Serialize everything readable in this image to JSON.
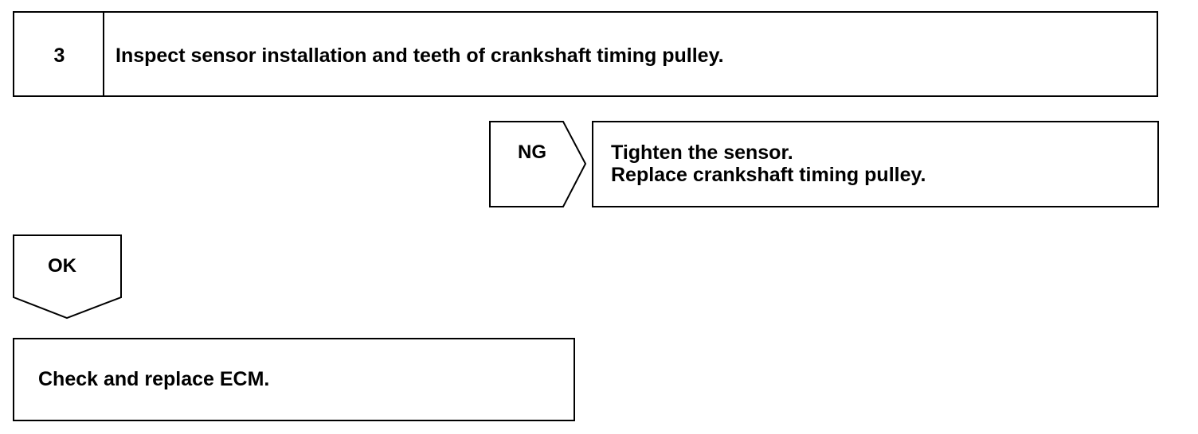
{
  "step": {
    "number": "3",
    "title": "Inspect sensor installation and teeth of crankshaft timing pulley."
  },
  "ng_branch": {
    "label": "NG",
    "lines": [
      "Tighten the sensor.",
      "Replace crankshaft timing pulley."
    ]
  },
  "ok_branch": {
    "label": "OK"
  },
  "result": {
    "text": "Check and replace ECM."
  }
}
